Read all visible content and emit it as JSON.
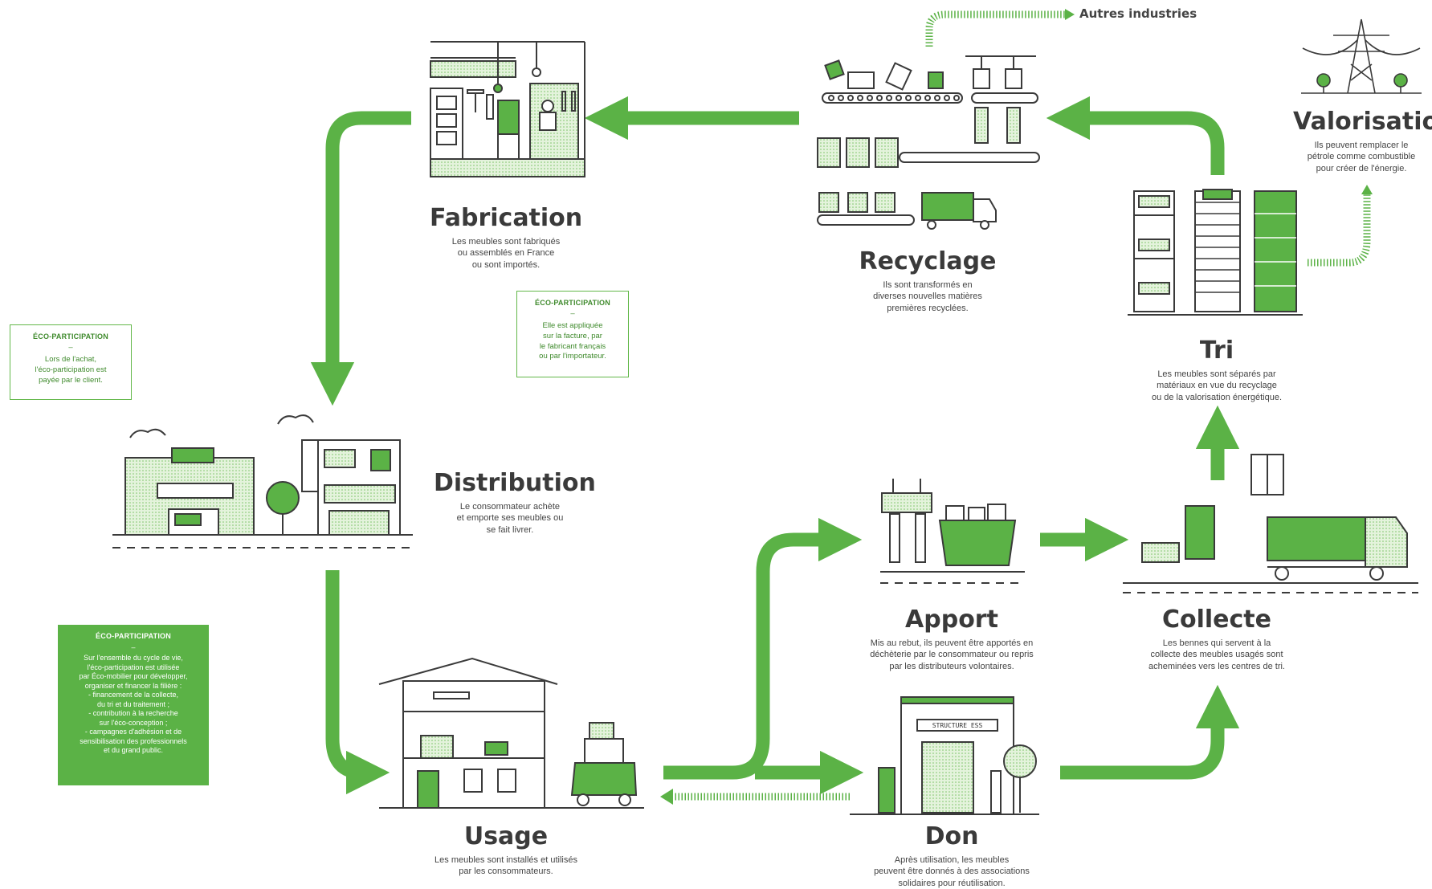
{
  "colors": {
    "accent": "#5bb246",
    "light_fill": "#d9efcf",
    "line": "#3a3a3a"
  },
  "stages": {
    "fabrication": {
      "title": "Fabrication",
      "desc": [
        "Les meubles sont fabriqués",
        "ou assemblés en France",
        "ou sont importés."
      ]
    },
    "recyclage": {
      "title": "Recyclage",
      "desc": [
        "Ils sont transformés en",
        "diverses nouvelles matières",
        "premières recyclées."
      ]
    },
    "valorisation": {
      "title": "Valorisation",
      "desc": [
        "Ils peuvent remplacer le",
        "pétrole comme combustible",
        "pour créer de l'énergie."
      ]
    },
    "tri": {
      "title": "Tri",
      "desc": [
        "Les meubles sont séparés par",
        "matériaux en vue du recyclage",
        "ou de la valorisation énergétique."
      ]
    },
    "distribution": {
      "title": "Distribution",
      "desc": [
        "Le consommateur achète",
        "et emporte ses meubles ou",
        "se fait livrer."
      ]
    },
    "apport": {
      "title": "Apport",
      "desc": [
        "Mis au rebut, ils peuvent être apportés en",
        "déchèterie par le consommateur ou repris",
        "par les distributeurs volontaires."
      ]
    },
    "collecte": {
      "title": "Collecte",
      "desc": [
        "Les bennes qui servent à la",
        "collecte des meubles usagés sont",
        "acheminées vers les centres de tri."
      ]
    },
    "usage": {
      "title": "Usage",
      "desc": [
        "Les meubles sont installés et utilisés",
        "par les consommateurs."
      ]
    },
    "don": {
      "title": "Don",
      "desc": [
        "Après utilisation, les meubles",
        "peuvent être donnés à des associations",
        "solidaires pour réutilisation."
      ]
    }
  },
  "autres_industries": "Autres industries",
  "structure_sign": "STRUCTURE ESS",
  "callouts": {
    "client": {
      "title": "ÉCO-PARTICIPATION",
      "dash": "–",
      "lines": [
        "Lors de l'achat,",
        "l'éco-participation est",
        "payée par le client."
      ]
    },
    "facture": {
      "title": "ÉCO-PARTICIPATION",
      "dash": "–",
      "lines": [
        "Elle est appliquée",
        "sur la facture, par",
        "le fabricant français",
        "ou par l'importateur."
      ]
    },
    "cycle": {
      "title": "ÉCO-PARTICIPATION",
      "dash": "–",
      "lines": [
        "Sur l'ensemble du cycle de vie,",
        "l'éco-participation est utilisée",
        "par Éco-mobilier pour développer,",
        "organiser et financer la filière :",
        "- financement de la collecte,",
        "du tri et du traitement ;",
        "- contribution à la recherche",
        "sur l'éco-conception ;",
        "- campagnes d'adhésion et de",
        "sensibilisation des professionnels",
        "et du grand public."
      ]
    }
  }
}
